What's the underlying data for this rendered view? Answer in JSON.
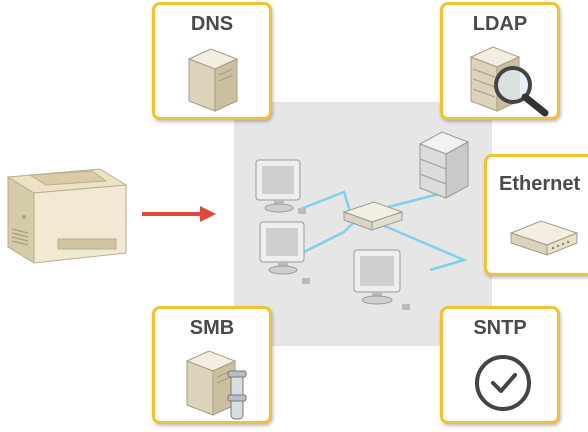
{
  "services": {
    "dns": {
      "label": "DNS",
      "icon": "server-icon"
    },
    "ldap": {
      "label": "LDAP",
      "icon": "server-search-icon"
    },
    "ethernet": {
      "label": "Ethernet",
      "icon": "network-hub-icon"
    },
    "smb": {
      "label": "SMB",
      "icon": "server-pipe-icon"
    },
    "sntp": {
      "label": "SNTP",
      "icon": "clock-icon"
    }
  },
  "colors": {
    "card_border": "#f2c230",
    "arrow": "#e0483b",
    "cable": "#7fd0ea",
    "panel": "#e6e6e6"
  }
}
